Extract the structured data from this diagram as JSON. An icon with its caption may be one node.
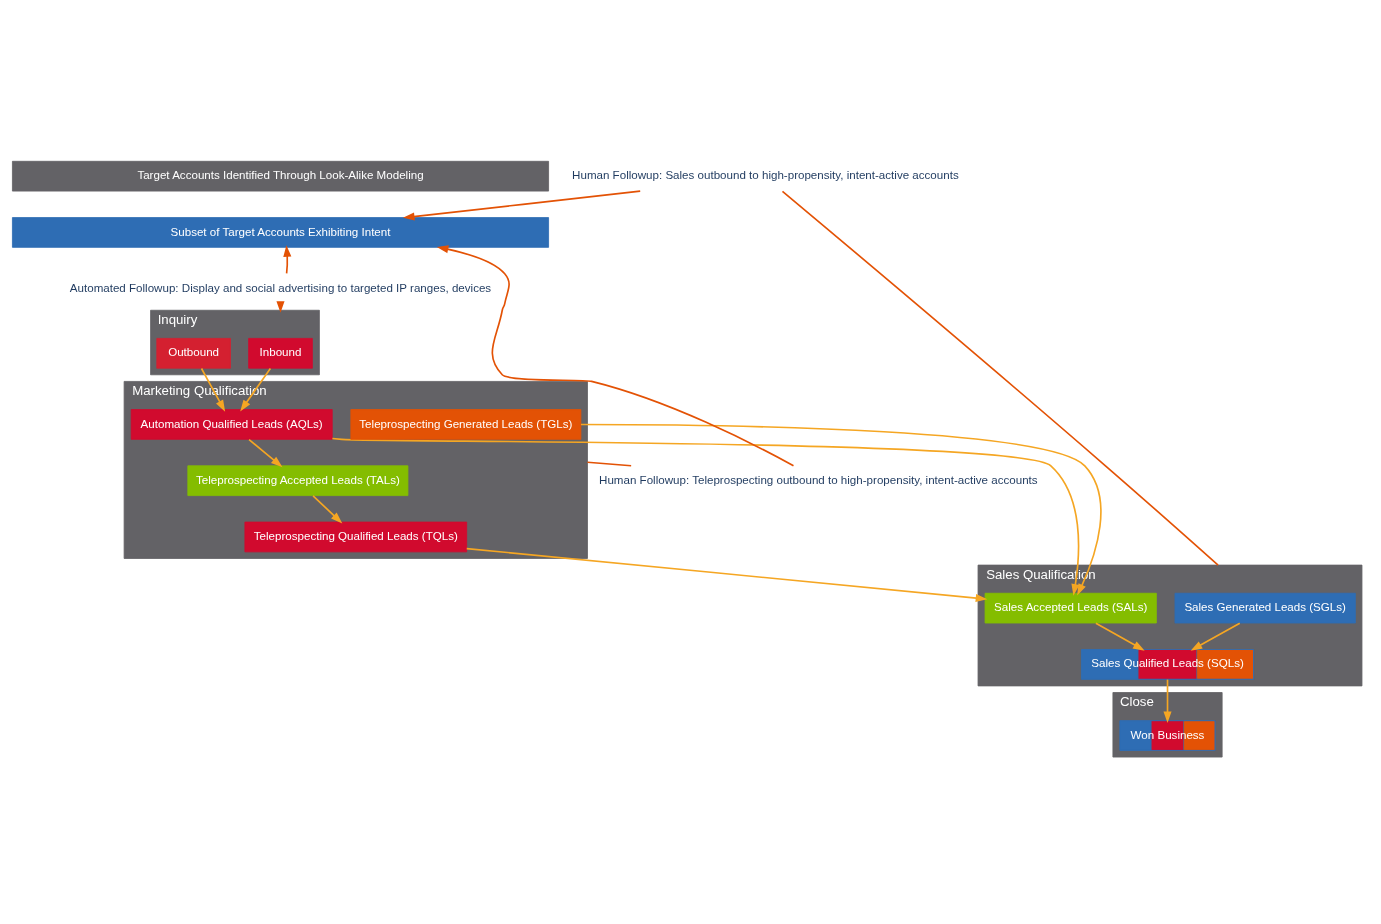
{
  "diagram": {
    "nodes": [
      {
        "text": [
          "Target Accounts Identified Through Look-Alike Modeling"
        ]
      },
      {
        "text": [
          "Subset of Target Accounts Exhibiting Intent"
        ]
      },
      {
        "text": [
          "Automated Followup: Display and social advertising to targeted IP ranges, devices"
        ]
      },
      {
        "text": [
          "Inquiry"
        ]
      },
      {
        "text": [
          "Inbound"
        ],
        "in": 3
      },
      {
        "text": [
          "Outbound"
        ],
        "in": 3
      },
      {
        "text": [
          "Marketing Qualification"
        ]
      },
      {
        "text": [
          "Automation Qualified Leads (AQLs)"
        ],
        "in": 6
      },
      {
        "text": [
          "Teleprospecting Accepted Leads (TALs)"
        ],
        "in": 6
      },
      {
        "text": [
          "Teleprospecting Qualified Leads (TQLs)"
        ],
        "in": 6
      },
      {
        "text": [
          "Teleprospecting Generated Leads (TGLs)"
        ],
        "in": 6
      },
      {
        "text": [
          "Human Followup: Sales outbound to high-propensity, intent-active accounts"
        ]
      },
      {
        "text": [
          "Human Followup: Teleprospecting outbound to high-propensity, intent-active accounts"
        ]
      },
      {
        "text": [
          "Sales Qualification"
        ]
      },
      {
        "text": [
          "Sales Generated Leads (SGLs)"
        ],
        "in": 13
      },
      {
        "text": [
          "Sales Accepted Leads (SALs)"
        ],
        "in": 13
      },
      {
        "text": [
          "Sales Qualified Leads (SQLs)"
        ],
        "in": 13
      },
      {
        "text": [
          "Close"
        ]
      },
      {
        "text": [
          "Won Business"
        ],
        "in": 17
      }
    ],
    "edges": [
      {
        "from": 2,
        "to": 1,
        "arrow": "to",
        "color": "#e35205"
      },
      {
        "from": 2,
        "to": 3,
        "arrow": "to",
        "color": "#e35205"
      },
      {
        "from": 4,
        "to": 7,
        "arrow": "to"
      },
      {
        "from": 5,
        "to": 7,
        "arrow": "to"
      },
      {
        "from": 7,
        "to": 8,
        "arrow": "to"
      },
      {
        "from": 8,
        "to": 9,
        "arrow": "to"
      },
      {
        "from": 7,
        "to": 15,
        "arrow": "to"
      },
      {
        "from": 9,
        "to": 15,
        "arrow": "to"
      },
      {
        "from": 10,
        "to": 15,
        "arrow": "to"
      },
      {
        "from": 14,
        "to": 16,
        "arrow": "to"
      },
      {
        "from": 15,
        "to": 16,
        "arrow": "to"
      },
      {
        "from": 16,
        "to": 18,
        "arrow": "to"
      },
      {
        "from": 13,
        "to": 11,
        "arrow": "none",
        "color": "#e35205"
      },
      {
        "from": 11,
        "to": 1,
        "arrow": "to",
        "color": "#e35205"
      },
      {
        "from": 6,
        "to": 12,
        "arrow": "none",
        "color": "#e35205"
      },
      {
        "from": 12,
        "to": 1,
        "arrow": "to",
        "color": "#e35205"
      }
    ]
  }
}
